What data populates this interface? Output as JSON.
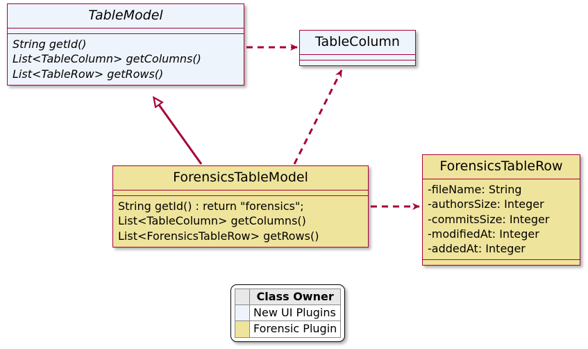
{
  "diagram": {
    "type": "uml-class-diagram",
    "colors": {
      "border": "#A80036",
      "new_ui_plugins_fill": "#EEF4FC",
      "forensic_plugin_fill": "#EFE49C",
      "text": "#000000",
      "background": "#FFFFFF"
    },
    "classes": [
      {
        "id": "TableModel",
        "name": "TableModel",
        "abstract": true,
        "owner": "New UI Plugins",
        "fill": "#EEF4FC",
        "attributes": [],
        "methods": [
          "String getId()",
          "List<TableColumn> getColumns()",
          "List<TableRow> getRows()"
        ]
      },
      {
        "id": "TableColumn",
        "name": "TableColumn",
        "abstract": false,
        "owner": "New UI Plugins",
        "fill": "#EEF4FC",
        "attributes": [],
        "methods": []
      },
      {
        "id": "ForensicsTableModel",
        "name": "ForensicsTableModel",
        "abstract": false,
        "owner": "Forensic Plugin",
        "fill": "#EFE49C",
        "attributes": [],
        "methods": [
          "String getId() : return \"forensics\";",
          "List<TableColumn> getColumns()",
          "List<ForensicsTableRow> getRows()"
        ]
      },
      {
        "id": "ForensicsTableRow",
        "name": "ForensicsTableRow",
        "abstract": false,
        "owner": "Forensic Plugin",
        "fill": "#EFE49C",
        "attributes": [
          "-fileName: String",
          "-authorsSize: Integer",
          "-commitsSize: Integer",
          "-modifiedAt: Integer",
          "-addedAt: Integer"
        ],
        "methods": []
      }
    ],
    "relationships": [
      {
        "id": "tablemodel-uses-tablecolumn",
        "from": "TableModel",
        "to": "TableColumn",
        "kind": "dependency",
        "style": "dashed",
        "arrowhead": "open"
      },
      {
        "id": "forensicstablemodel-extends-tablemodel",
        "from": "ForensicsTableModel",
        "to": "TableModel",
        "kind": "generalization",
        "style": "solid",
        "arrowhead": "hollow-triangle"
      },
      {
        "id": "forensicstablemodel-uses-tablecolumn",
        "from": "ForensicsTableModel",
        "to": "TableColumn",
        "kind": "dependency",
        "style": "dashed",
        "arrowhead": "open"
      },
      {
        "id": "forensicstablemodel-uses-forensicstablerow",
        "from": "ForensicsTableModel",
        "to": "ForensicsTableRow",
        "kind": "dependency",
        "style": "dashed",
        "arrowhead": "open"
      }
    ]
  },
  "legend": {
    "header": "Class Owner",
    "rows": [
      {
        "label": "New UI Plugins",
        "color": "#EEF4FC"
      },
      {
        "label": "Forensic Plugin",
        "color": "#EFE49C"
      }
    ]
  }
}
